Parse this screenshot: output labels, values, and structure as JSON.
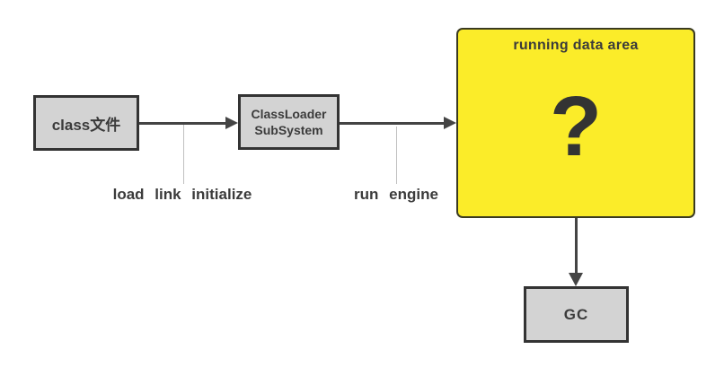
{
  "nodes": {
    "class_file": {
      "label": "class文件"
    },
    "classloader": {
      "line1": "ClassLoader",
      "line2": "SubSystem"
    },
    "running_data_area": {
      "title": "running data area",
      "content": "?"
    },
    "gc": {
      "label": "GC"
    }
  },
  "edge_labels": {
    "classloader_input": "load link initialize",
    "runtime_input": "run engine"
  },
  "colors": {
    "node_fill": "#d3d3d3",
    "node_border": "#333333",
    "highlight_fill": "#fbec29",
    "highlight_border": "#3a3a20",
    "arrow": "#444444",
    "tick_line": "#c0c0c0",
    "text": "#3b3b3b",
    "background": "#ffffff"
  }
}
